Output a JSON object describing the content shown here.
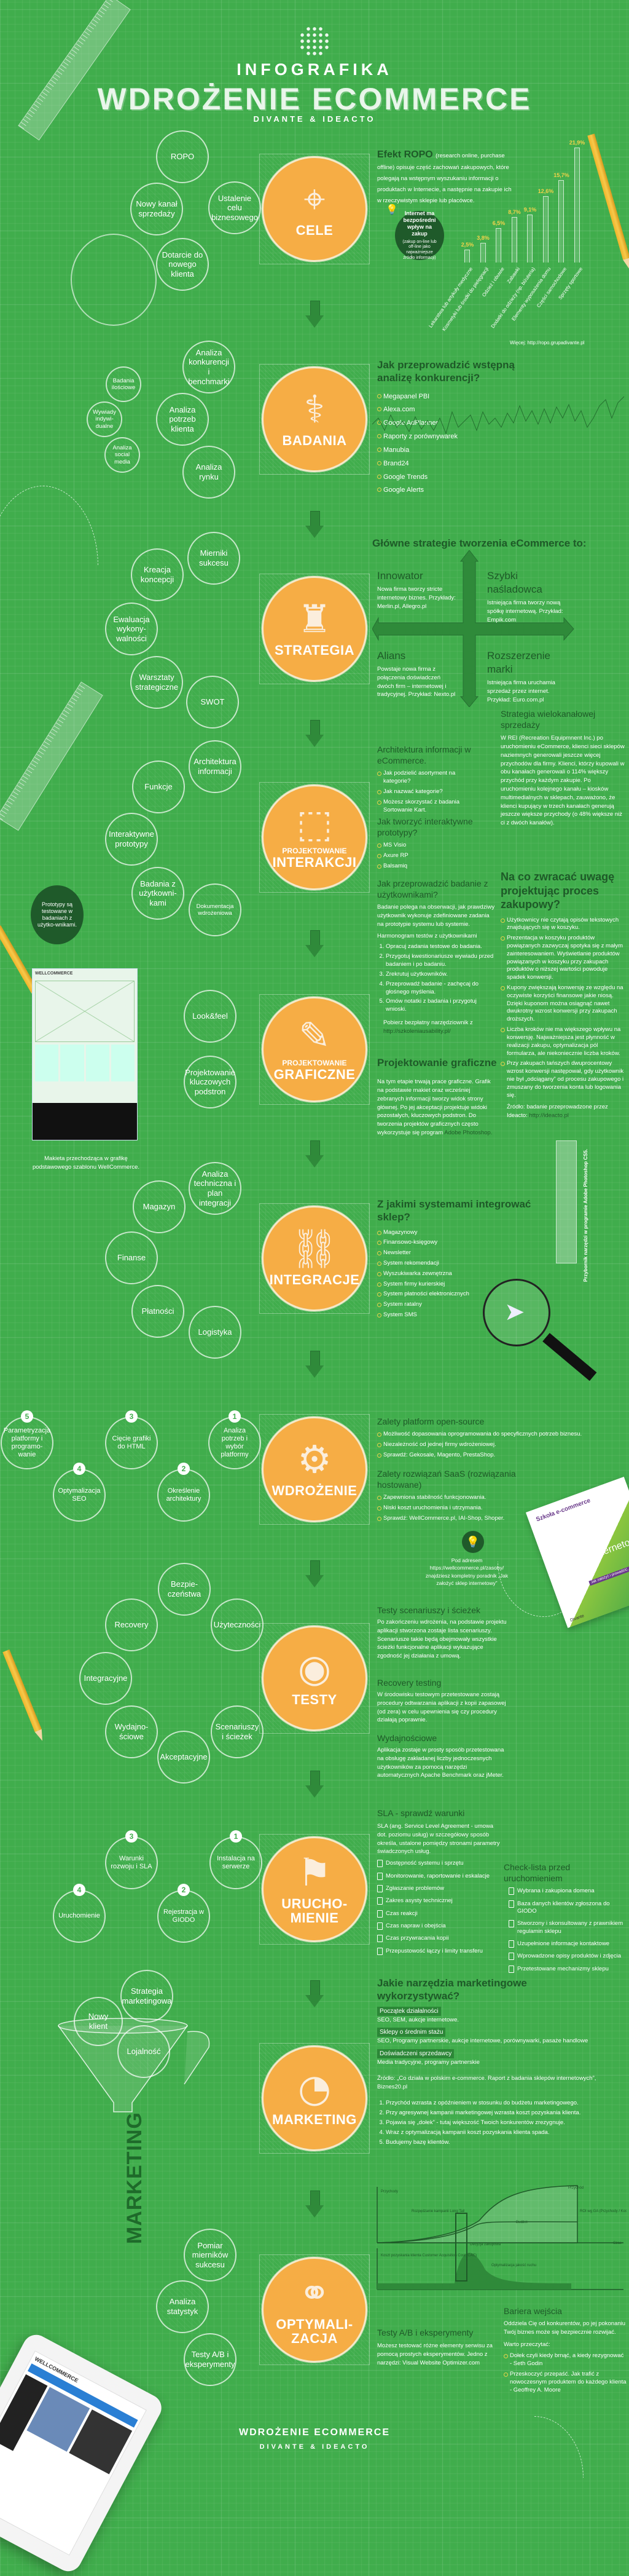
{
  "header": {
    "infografika": "INFOGRAFIKA",
    "title": "WDROŻENIE ECOMMERCE",
    "subtitle": "DIVANTE & IDEACTO"
  },
  "cele": {
    "label": "CELE",
    "bubbles": [
      "ROPO",
      "Nowy kanał sprzedaży",
      "Ustalenie celu biznesowego",
      "Dotarcie do nowego klienta"
    ],
    "ropo": {
      "title": "Efekt ROPO",
      "text": "(research online, purchase offline) opisuje część zachowań zakupowych, które polegają na wstępnym wyszukaniu informacji o produktach w Internecie, a następnie na zakupie ich w rzeczywistym sklepie lub placówce.",
      "tip_title": "Internet ma bezpośredni wpływ na zakup",
      "tip_text": "(zakup on-line lub off-line jako najważniejsze źródło informacji)",
      "more_label": "Więcej:",
      "more_url": "http://ropo.grupadivante.pl"
    }
  },
  "chart_data": {
    "type": "bar",
    "title": "",
    "xlabel": "",
    "ylabel": "",
    "unit": "%",
    "ylim": [
      0,
      22
    ],
    "categories": [
      "Lekarstwa lub artykuły medyczne",
      "Kosmetyki lub środki do pielęgnacji",
      "Odzież i obuwie",
      "Zabawki",
      "Dodatki do odzieży (np. biżuteria)",
      "Elementy wyposażenia domu",
      "Części samochodowe",
      "Sprzęty sportowe"
    ],
    "values": [
      2.5,
      3.8,
      6.5,
      8.7,
      9.1,
      12.6,
      15.7,
      21.9
    ],
    "value_labels": [
      "2,5%",
      "3,8%",
      "6,5%",
      "8,7%",
      "9,1%",
      "12,6%",
      "15,7%",
      "21,9%"
    ]
  },
  "badania": {
    "label": "BADANIA",
    "bubbles": [
      "Analiza konkurencji i benchmarki",
      "Analiza potrzeb klienta",
      "Analiza rynku"
    ],
    "small_bubbles": [
      "Badania ilościowe",
      "Wywiady indywi-dualne",
      "Analiza social media"
    ],
    "heading": "Jak przeprowadzić wstępną analizę konkurencji?",
    "items": [
      "Megapanel PBI",
      "Alexa.com",
      "Google AdPlanner",
      "Raporty z porównywarek",
      "Manubia",
      "Brand24",
      "Google Trends",
      "Google Alerts"
    ]
  },
  "strategia": {
    "label": "STRATEGIA",
    "bubbles": [
      "Mierniki sukcesu",
      "Kreacja koncepcji",
      "Ewaluacja wykony-walności",
      "Warsztaty strategiczne",
      "SWOT"
    ],
    "heading": "Główne strategie tworzenia eCommerce to:",
    "quadrants": [
      {
        "title": "Innowator",
        "text": "Nowa firma tworzy stricte internetowy biznes. Przykłady: Merlin.pl, Allegro.pl"
      },
      {
        "title": "Szybki naśladowca",
        "text": "Istniejąca firma tworzy nową spółkę internetową. Przykład: Empik.com"
      },
      {
        "title": "Alians",
        "text": "Powstaje nowa firma z połączenia doświadczeń dwóch firm – internetowej i tradycyjnej. Przykład: Nexto.pl"
      },
      {
        "title": "Rozszerzenie marki",
        "text": "Istniejąca firma uruchamia sprzedaż przez internet. Przykład: Euro.com.pl"
      }
    ],
    "multichannel": {
      "title": "Strategia wielokanałowej sprzedaży",
      "text": "W REI (Recreation Equipmnent Inc.) po uruchomieniu eCommerce, klienci sieci sklepów naziemnych generowali jeszcze więcej przychodów dla firmy. Klienci, którzy kupowali w obu kanałach generowali o 114% większy przychód przy każdym zakupie. Po uruchomieniu kolejnego kanału – kiosków multimedialnych w sklepach, zauważono, że klienci kupujący w trzech kanałach generują jeszcze większe przychody (o 48% większe niż ci z dwóch kanałów)."
    }
  },
  "interakcji": {
    "label_small": "PROJEKTOWANIE",
    "label_big": "INTERAKCJI",
    "bubbles": [
      "Architektura informacji",
      "Funkcje",
      "Interaktywne prototypy",
      "Badania z użytkowni-kami",
      "Dokumentacja wdrożeniowa"
    ],
    "tip": "Prototypy są testowane w badaniach z użytko-wnikami.",
    "ia": {
      "heading": "Architektura informacji w eCommerce.",
      "items": [
        "Jak podzielić asortyment na kategorie?",
        "Jak nazwać kategorie?",
        "Możesz skorzystać z badania Sortowanie Kart."
      ]
    },
    "proto": {
      "heading": "Jak tworzyć interaktywne prototypy?",
      "items": [
        "MS Visio",
        "Axure RP",
        "Balsamiq"
      ]
    },
    "research": {
      "heading": "Jak przeprowadzić badanie z użytkownikami?",
      "text": "Badanie polega na obserwacji, jak prawdziwy użytkownik wykonuje zdefiniowane zadania na prototypie systemu lub systemie.",
      "schedule_title": "Harmonogram testów z użytkownikami",
      "steps": [
        "Opracuj zadania testowe do badania.",
        "Przygotuj kwestionariusze wywiadu przed badaniem i po badaniu.",
        "Zrekrutuj użytkowników.",
        "Przeprowadź badanie - zachęcaj do głośnego myślenia.",
        "Omów notatki z badania i przygotuj wnioski."
      ],
      "download_text": "Pobierz bezpłatny narzędziownik z",
      "download_url": "http://szkoleniausability.pl/"
    },
    "purchase": {
      "heading": "Na co zwracać uwagę projektując proces zakupowy?",
      "items": [
        "Użytkownicy nie czytają opisów tekstowych znajdujących się w koszyku.",
        "Prezentacja w koszyku produktów powiązanych zazwyczaj spotyka się z małym zainteresowaniem. Wyświetlanie produktów powiązanych w koszyku przy zakupach produktów o niższej wartości powoduje spadek konwersji.",
        "Kupony zwiększają konwersję ze względu na oczywiste korzyści finansowe jakie niosą. Dzięki kuponom można osiągnąć nawet dwukrotny wzrost konwersji przy zakupach droższych.",
        "Liczba kroków nie ma większego wpływu na konwersję. Najważniejsza jest płynność w realizacji zakupu, optymalizacja pól formularza, ale niekoniecznie liczba kroków.",
        "Przy zakupach tańszych dwuprocentowy wzrost konwersji następował, gdy użytkownik nie był „odciągany” od procesu zakupowego i zmuszany do tworzenia konta lub logowania się."
      ],
      "source_text": "Źródło: badanie przeprowadzone przez Ideacto:",
      "source_url": "http://ideacto.pl"
    }
  },
  "graficzne": {
    "label_small": "PROJEKTOWANIE",
    "label_big": "GRAFICZNE",
    "bubbles": [
      "Look&feel",
      "Projektowanie kluczowych podstron"
    ],
    "heading": "Projektowanie graficzne",
    "text": "Na tym etapie trwają prace graficzne. Grafik na podstawie makiet oraz wcześniej zebranych informacji tworzy widok strony głównej. Po jej akceptacji projektuje widoki pozostałych, kluczowych podstron. Do tworzenia projektów graficznych często wykorzystuje się program",
    "text_link": "Adobe Photoshop.",
    "mockup_brand": "WELLCOMMERCE",
    "mockup_caption": "Makieta przechodząca w grafikę podstawowego szablonu WellCommerce.",
    "toolbox_caption": "Przybornik narzędzi w programie Adobe Photoshop CS5."
  },
  "integracje": {
    "label": "INTEGRACJE",
    "bubbles": [
      "Analiza techniczna i plan integracji",
      "Magazyn",
      "Finanse",
      "Płatności",
      "Logistyka"
    ],
    "heading": "Z jakimi systemami integrować sklep?",
    "items": [
      "Magazynowy",
      "Finansowo-księgowy",
      "Newsletter",
      "System rekomendacji",
      "Wyszukiwarka zewnętrzna",
      "System firmy kurierskiej",
      "System płatności elektronicznych",
      "System ratalny",
      "System SMS"
    ]
  },
  "wdrozenie": {
    "label": "WDROŻENIE",
    "steps": [
      {
        "num": "1",
        "label": "Analiza potrzeb i wybór platformy"
      },
      {
        "num": "2",
        "label": "Określenie architektury"
      },
      {
        "num": "3",
        "label": "Cięcie grafiki do HTML"
      },
      {
        "num": "4",
        "label": "Optymalizacja SEO"
      },
      {
        "num": "5",
        "label": "Parametryzacja platformy i programo-wanie"
      }
    ],
    "opensource": {
      "heading": "Zalety platform open-source",
      "items": [
        "Możliwość dopasowania oprogramowania do specyficznych potrzeb biznesu.",
        "Niezależność od jednej firmy wdrożeniowej.",
        "Sprawdź: Gekosale, Magento, PrestaShop."
      ]
    },
    "saas": {
      "heading": "Zalety rozwiązań SaaS (rozwiązania hostowane)",
      "items": [
        "Zapewniona stabilność funkcjonowania.",
        "Niski koszt uruchomienia i utrzymania.",
        "Sprawdź: WellCommerce.pl, IAI-Shop, Shoper."
      ]
    },
    "tip": "Pod adresem https://wellcommerce.pl/zasoby/ znajdziesz kompletny poradnik „Jak założyć sklep internetowy”",
    "book": {
      "brand": "Szkoła e-commerce",
      "title": "Sklep Internetowy",
      "subtitle": "Jak założyć i prowadzić. Od podstaw",
      "publisher": "Divante"
    }
  },
  "testy": {
    "label": "TESTY",
    "bubbles": [
      "Bezpie-czeństwa",
      "Recovery",
      "Użyteczności",
      "Integracyjne",
      "Wydajno-ściowe",
      "Akceptacyjne",
      "Scenariuszy i ścieżek"
    ],
    "sections": [
      {
        "heading": "Testy scenariuszy i ścieżek",
        "text": "Po zakończeniu wdrożenia, na podstawie projektu aplikacji stworzona zostaje lista scenariuszy. Scenariusze takie będą obejmowały wszystkie ścieżki funkcjonalne aplikacji wykazujące zgodność jej działania z umową."
      },
      {
        "heading": "Recovery testing",
        "text": "W środowisku testowym przetestowane zostają procedury odtwarzania aplikacji z kopii zapasowej (od zera) w celu upewnienia się czy procedury działają poprawnie."
      },
      {
        "heading": "Wydajnościowe",
        "text": "Aplikacja zostaje w prosty sposób przetestowana na obsługę zakładanej liczby jednoczesnych użytkowników za pomocą narzędzi automatycznych Apache Benchmark oraz jMeter."
      }
    ]
  },
  "uruchomienie": {
    "label": "URUCHO-MIENIE",
    "steps": [
      {
        "num": "1",
        "label": "Instalacja na serwerze"
      },
      {
        "num": "2",
        "label": "Rejestracja w GIODO"
      },
      {
        "num": "3",
        "label": "Warunki rozwoju i SLA"
      },
      {
        "num": "4",
        "label": "Uruchomienie"
      }
    ],
    "sla": {
      "heading": "SLA - sprawdź warunki",
      "text": "SLA (ang. Service Level Agreement - umowa dot. poziomu usług) w szczegółowy sposób określa, ustalone pomiędzy stronami parametry świadczonych usług.",
      "items": [
        "Dostępność systemu i sprzętu",
        "Monitorowanie, raportowanie i eskalacje",
        "Zgłaszanie problemów",
        "Zakres asysty technicznej",
        "Czas reakcji",
        "Czas napraw i obejścia",
        "Czas przywracania kopii",
        "Przepustowość łączy i limity transferu"
      ]
    },
    "checklist": {
      "heading": "Check-lista przed uruchomieniem",
      "items": [
        "Wybrana i zakupiona domena",
        "Baza danych klientów zgłoszona do GIODO",
        "Stworzony i skonsultowany z prawnikiem regulamin sklepu",
        "Uzupełnione informacje kontaktowe",
        "Wprowadzone opisy produktów i zdjęcia",
        "Przetestowane mechanizmy sklepu"
      ]
    }
  },
  "marketing": {
    "label": "MARKETING",
    "funnel_word": "MARKETING",
    "bubbles": [
      "Strategia marketingowa",
      "Nowy klient",
      "Lojalność"
    ],
    "heading": "Jakie narzędzia marketingowe wykorzystywać?",
    "stages": [
      {
        "tag": "Początek działalności",
        "text": "SEO, SEM, aukcje internetowe."
      },
      {
        "tag": "Sklepy o średnim stażu",
        "text": "SEO, Programy partnerskie, aukcje internetowe, porównywarki, pasaże handlowe"
      },
      {
        "tag": "Doświadczeni sprzedawcy",
        "text": "Media tradycyjne, programy partnerskie"
      }
    ],
    "source": "Źródło: „Co działa w polskim e-commerce. Raport z badania sklepów internetowych”, Biznes20.pl",
    "points": [
      "Przychód wzrasta z opóźnieniem w stosunku do budżetu marketingowego.",
      "Przy agresywnej kampanii marketingowej wzrasta koszt pozyskania klienta.",
      "Pojawia się „dołek” - tutaj większość Twoich konkurentów zrezygnuje.",
      "Wraz z optymalizacją kampanii koszt pozyskania klienta spada.",
      "Budujemy bazę klientów."
    ],
    "chart": {
      "y1": "Przychody",
      "revenue": "Przychód",
      "roi": "ROI wg GA (Przychody / Koszty) 500% - 2000%",
      "ramp": "Rozpędzanie kampanii Long Tail",
      "budget": "Budżet",
      "time": "Czas",
      "decision": "Decyzja zakupowa",
      "y2": "Koszt pozyskania klienta Customer Acquisition Cost (CAC)",
      "optim": "Optymalizacja jakość ruchu"
    }
  },
  "optymalizacja": {
    "label": "OPTYMALI-ZACJA",
    "bubbles": [
      "Pomiar mierników sukcesu",
      "Analiza statystyk",
      "Testy A/B i eksperymenty"
    ],
    "ab": {
      "heading": "Testy A/B i eksperymenty",
      "text": "Możesz testować różne elementy serwisu za pomocą prostych eksperymentów. Jedno z narzędzi: Visual Website Optimizer.com"
    },
    "barrier": {
      "heading": "Bariera wejścia",
      "text": "Oddziela Cię od konkurentów, po jej pokonaniu Twój biznes może się bezpiecznie rozwijać.",
      "read_title": "Warto przeczytać:",
      "items": [
        "Dołek czyli kiedy brnąć, a kiedy rezygnować - Seth Godin",
        "Przeskoczyć przepaść. Jak trafić z nowoczesnym produktem do każdego klienta - Geoffrey A. Moore"
      ]
    },
    "tablet_brand": "WELLCOMMERCE"
  },
  "footer": {
    "title": "WDROŻENIE ECOMMERCE",
    "subtitle": "DIVANTE & IDEACTO"
  },
  "colors": {
    "background": "#40ad4c",
    "orange": "#f6ad45",
    "dark_green": "#1e5a28",
    "bullet": "#e6d44a"
  }
}
